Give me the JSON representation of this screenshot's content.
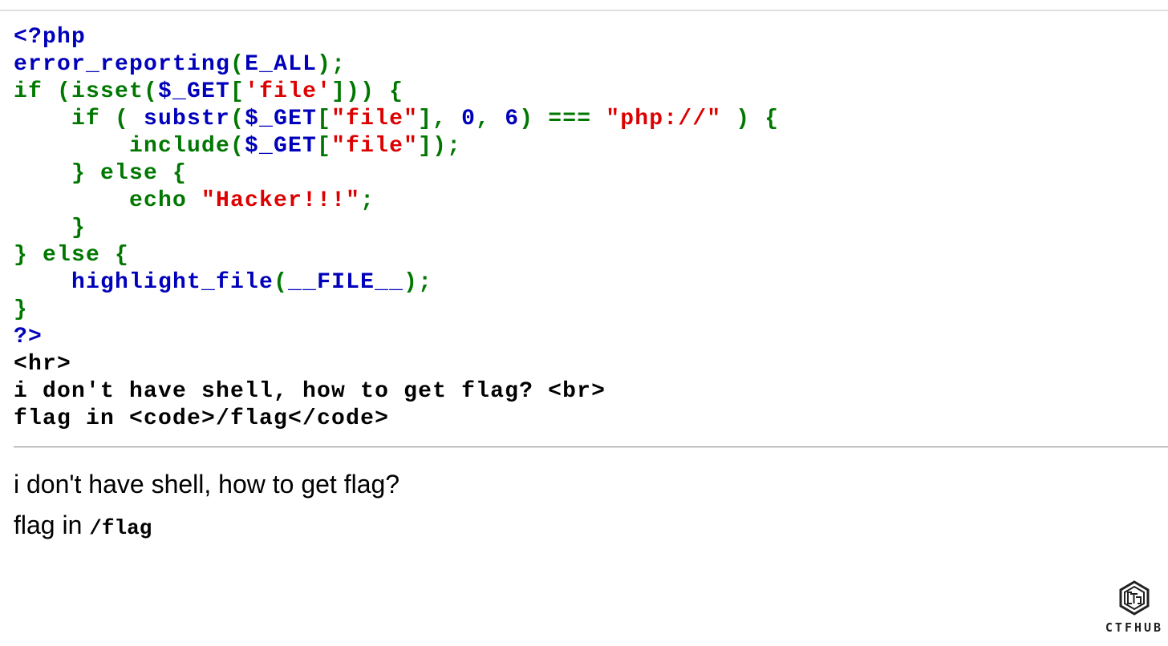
{
  "source_code": {
    "colors": {
      "default": "#0000BB",
      "keyword": "#007700",
      "string": "#DD0000",
      "html": "#000000"
    },
    "lines": [
      [
        [
          "<?php",
          "default"
        ]
      ],
      [
        [
          "error_reporting",
          "default"
        ],
        [
          "(",
          "keyword"
        ],
        [
          "E_ALL",
          "default"
        ],
        [
          ");",
          "keyword"
        ]
      ],
      [
        [
          "if (isset(",
          "keyword"
        ],
        [
          "$_GET",
          "default"
        ],
        [
          "[",
          "keyword"
        ],
        [
          "'file'",
          "string"
        ],
        [
          "])) {",
          "keyword"
        ]
      ],
      [
        [
          "    if ( ",
          "keyword"
        ],
        [
          "substr",
          "default"
        ],
        [
          "(",
          "keyword"
        ],
        [
          "$_GET",
          "default"
        ],
        [
          "[",
          "keyword"
        ],
        [
          "\"file\"",
          "string"
        ],
        [
          "], ",
          "keyword"
        ],
        [
          "0",
          "default"
        ],
        [
          ", ",
          "keyword"
        ],
        [
          "6",
          "default"
        ],
        [
          ") === ",
          "keyword"
        ],
        [
          "\"php://\"",
          "string"
        ],
        [
          " ) {",
          "keyword"
        ]
      ],
      [
        [
          "        include(",
          "keyword"
        ],
        [
          "$_GET",
          "default"
        ],
        [
          "[",
          "keyword"
        ],
        [
          "\"file\"",
          "string"
        ],
        [
          "]);",
          "keyword"
        ]
      ],
      [
        [
          "    } else {",
          "keyword"
        ]
      ],
      [
        [
          "        echo ",
          "keyword"
        ],
        [
          "\"Hacker!!!\"",
          "string"
        ],
        [
          ";",
          "keyword"
        ]
      ],
      [
        [
          "    }",
          "keyword"
        ]
      ],
      [
        [
          "} else {",
          "keyword"
        ]
      ],
      [
        [
          "    ",
          "keyword"
        ],
        [
          "highlight_file",
          "default"
        ],
        [
          "(",
          "keyword"
        ],
        [
          "__FILE__",
          "default"
        ],
        [
          ");",
          "keyword"
        ]
      ],
      [
        [
          "}",
          "keyword"
        ]
      ],
      [
        [
          "?>",
          "default"
        ]
      ],
      [
        [
          "<hr>",
          "html"
        ]
      ],
      [
        [
          "i don't have shell, how to get flag? <br>",
          "html"
        ]
      ],
      [
        [
          "flag in <code>/flag</code>",
          "html"
        ]
      ]
    ]
  },
  "output": {
    "line1": "i don't have shell, how to get flag?",
    "line2_text": "flag in ",
    "line2_code": "/flag"
  },
  "logo": {
    "text": "CTFHUB"
  }
}
